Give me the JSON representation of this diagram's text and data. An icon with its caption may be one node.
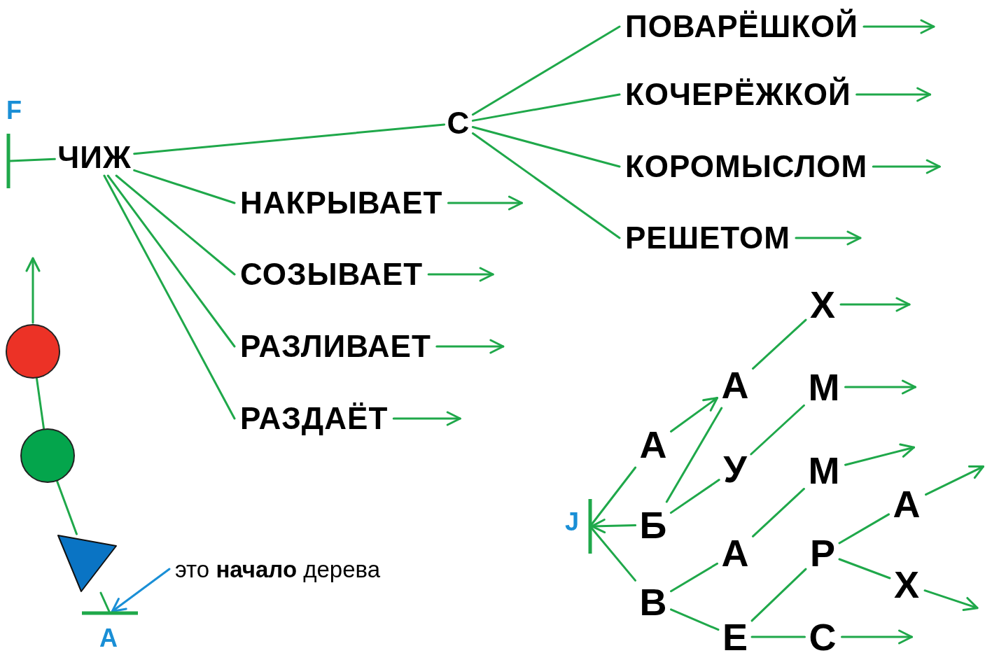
{
  "diagram": {
    "nodes": [
      {
        "text": [],
        "shape": "bar",
        "beside": [
          "F"
        ]
      },
      {
        "text": [
          "ЧИЖ"
        ]
      },
      {
        "text": [
          "С"
        ]
      },
      {
        "text": [
          "ПОВАРЁШКОЙ"
        ]
      },
      {
        "text": [
          "КОЧЕРЁЖКОЙ"
        ]
      },
      {
        "text": [
          "КОРОМЫСЛОМ"
        ]
      },
      {
        "text": [
          "РЕШЕТОМ"
        ]
      },
      {
        "text": [
          "НАКРЫВАЕТ"
        ]
      },
      {
        "text": [
          "СОЗЫВАЕТ"
        ]
      },
      {
        "text": [
          "РАЗЛИВАЕТ"
        ]
      },
      {
        "text": [
          "РАЗДАЁТ"
        ]
      },
      {
        "text": [],
        "shape": "bar",
        "beside": [
          "A"
        ]
      },
      {
        "text": [],
        "shape": "triangle"
      },
      {
        "text": [],
        "shape": "circle"
      },
      {
        "text": [],
        "shape": "circle"
      },
      {
        "text": [
          "это **начало** дерева"
        ]
      },
      {
        "text": [],
        "shape": "bar",
        "beside": [
          "J"
        ]
      },
      {
        "text": [
          "А"
        ]
      },
      {
        "text": [
          "Б"
        ]
      },
      {
        "text": [
          "В"
        ]
      },
      {
        "text": [
          "А"
        ]
      },
      {
        "text": [
          "У"
        ]
      },
      {
        "text": [
          "А"
        ]
      },
      {
        "text": [
          "Е"
        ]
      },
      {
        "text": [
          "Х"
        ]
      },
      {
        "text": [
          "М"
        ]
      },
      {
        "text": [
          "М"
        ]
      },
      {
        "text": [
          "Р"
        ]
      },
      {
        "text": [
          "С"
        ]
      },
      {
        "text": [
          "А"
        ]
      },
      {
        "text": [
          "Х"
        ]
      }
    ],
    "edges": [
      {
        "from": 0,
        "to": 1,
        "arrow": "none"
      },
      {
        "from": 1,
        "to": 2,
        "arrow": "none"
      },
      {
        "from": 2,
        "to": 3,
        "arrow": "none"
      },
      {
        "from": 2,
        "to": 4,
        "arrow": "none"
      },
      {
        "from": 2,
        "to": 5,
        "arrow": "none"
      },
      {
        "from": 2,
        "to": 6,
        "arrow": "none"
      },
      {
        "from": 1,
        "to": 7,
        "arrow": "none"
      },
      {
        "from": 1,
        "to": 8,
        "arrow": "none"
      },
      {
        "from": 1,
        "to": 9,
        "arrow": "none"
      },
      {
        "from": 1,
        "to": 10,
        "arrow": "none"
      },
      {
        "from": 3,
        "to": null,
        "arrow": "to"
      },
      {
        "from": 4,
        "to": null,
        "arrow": "to"
      },
      {
        "from": 5,
        "to": null,
        "arrow": "to"
      },
      {
        "from": 6,
        "to": null,
        "arrow": "to"
      },
      {
        "from": 7,
        "to": null,
        "arrow": "to"
      },
      {
        "from": 8,
        "to": null,
        "arrow": "to"
      },
      {
        "from": 9,
        "to": null,
        "arrow": "to"
      },
      {
        "from": 10,
        "to": null,
        "arrow": "to"
      },
      {
        "from": 11,
        "to": 12,
        "arrow": "none"
      },
      {
        "from": 12,
        "to": 14,
        "arrow": "none"
      },
      {
        "from": 14,
        "to": 13,
        "arrow": "none"
      },
      {
        "from": 13,
        "to": null,
        "arrow": "to"
      },
      {
        "from": 15,
        "to": 11,
        "arrow": "to",
        "color": "#1a8fd6"
      },
      {
        "from": 17,
        "to": 16,
        "arrow": "none"
      },
      {
        "from": 18,
        "to": 16,
        "arrow": "to"
      },
      {
        "from": 19,
        "to": 16,
        "arrow": "none"
      },
      {
        "from": 17,
        "to": 20,
        "arrow": "to"
      },
      {
        "from": 18,
        "to": 20,
        "arrow": "none"
      },
      {
        "from": 18,
        "to": 21,
        "arrow": "none"
      },
      {
        "from": 20,
        "to": 24,
        "arrow": "none"
      },
      {
        "from": 21,
        "to": 25,
        "arrow": "none"
      },
      {
        "from": 19,
        "to": 22,
        "arrow": "none"
      },
      {
        "from": 19,
        "to": 23,
        "arrow": "none"
      },
      {
        "from": 22,
        "to": 26,
        "arrow": "none"
      },
      {
        "from": 23,
        "to": 27,
        "arrow": "none"
      },
      {
        "from": 23,
        "to": 28,
        "arrow": "none"
      },
      {
        "from": 27,
        "to": 29,
        "arrow": "none"
      },
      {
        "from": 27,
        "to": 30,
        "arrow": "none"
      },
      {
        "from": 24,
        "to": null,
        "arrow": "to"
      },
      {
        "from": 25,
        "to": null,
        "arrow": "to"
      },
      {
        "from": 26,
        "to": null,
        "arrow": "to"
      },
      {
        "from": 29,
        "to": null,
        "arrow": "to"
      },
      {
        "from": 30,
        "to": null,
        "arrow": "to"
      },
      {
        "from": 28,
        "to": null,
        "arrow": "to"
      }
    ]
  }
}
